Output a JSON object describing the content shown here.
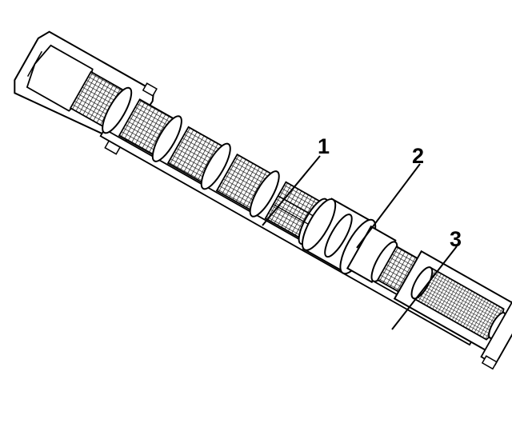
{
  "figure": {
    "colors": {
      "ink": "#000000",
      "paper": "#ffffff"
    },
    "callouts": [
      {
        "id": "callout-1",
        "label": "1"
      },
      {
        "id": "callout-2",
        "label": "2"
      },
      {
        "id": "callout-3",
        "label": "3"
      }
    ]
  }
}
